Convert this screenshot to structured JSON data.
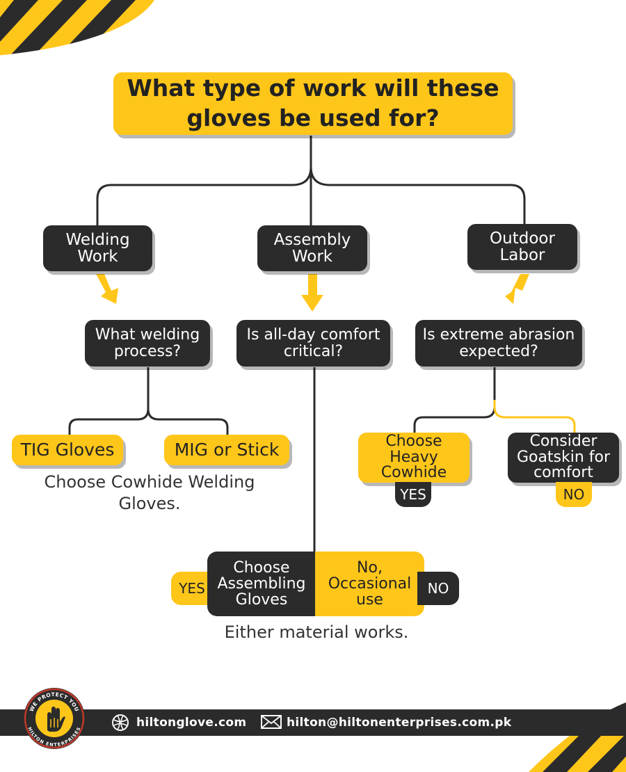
{
  "title": "What type of work will these gloves be used for?",
  "categories": {
    "welding": "Welding Work",
    "assembly": "Assembly Work",
    "outdoor": "Outdoor Labor"
  },
  "questions": {
    "welding": "What welding process?",
    "assembly": "Is all-day comfort critical?",
    "outdoor": "Is extreme abrasion expected?"
  },
  "welding_options": {
    "tig": "TIG Gloves",
    "mig": "MIG or Stick",
    "note": "Choose Cowhide Welding Gloves."
  },
  "outdoor_options": {
    "yes_result": "Choose Heavy Cowhide",
    "yes_tag": "YES",
    "no_result": "Consider Goatskin for comfort",
    "no_tag": "NO"
  },
  "assembly_options": {
    "yes_tag": "YES",
    "yes_result": "Choose Assembling Gloves",
    "no_result": "No, Occasional use",
    "no_tag": "NO",
    "note": "Either material works."
  },
  "logo": {
    "top_text": "WE PROTECT YOU",
    "bottom_text": "HILTON ENTERPRISES"
  },
  "footer": {
    "website": "hiltonglove.com",
    "email": "hilton@hiltonenterprises.com.pk"
  },
  "colors": {
    "accent": "#FFC61A",
    "dark": "#2B2B2B",
    "background": "#FFFFFF"
  }
}
